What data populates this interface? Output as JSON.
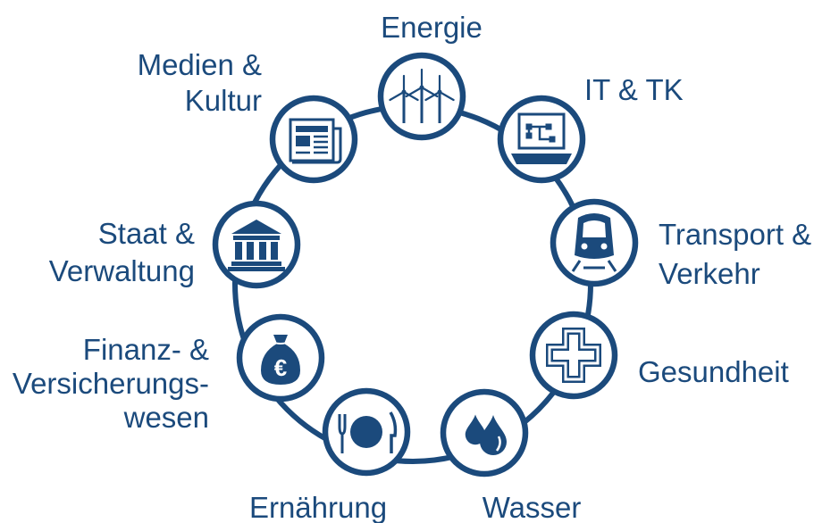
{
  "colors": {
    "primary": "#1b4a7c",
    "background": "#ffffff"
  },
  "sectors": [
    {
      "id": "energie",
      "icon": "wind-turbines-icon",
      "lines": [
        "Energie"
      ]
    },
    {
      "id": "it-tk",
      "icon": "computer-network-icon",
      "lines": [
        "IT & TK"
      ]
    },
    {
      "id": "transport",
      "icon": "train-icon",
      "lines": [
        "Transport &",
        "Verkehr"
      ]
    },
    {
      "id": "gesundheit",
      "icon": "medical-cross-icon",
      "lines": [
        "Gesundheit"
      ]
    },
    {
      "id": "wasser",
      "icon": "water-drops-icon",
      "lines": [
        "Wasser"
      ]
    },
    {
      "id": "ernaehrung",
      "icon": "plate-cutlery-icon",
      "lines": [
        "Ernährung"
      ]
    },
    {
      "id": "finanz",
      "icon": "money-bag-euro-icon",
      "lines": [
        "Finanz- &",
        "Versicherungs-",
        "wesen"
      ]
    },
    {
      "id": "staat",
      "icon": "government-building-icon",
      "lines": [
        "Staat &",
        "Verwaltung"
      ]
    },
    {
      "id": "medien",
      "icon": "newspaper-icon",
      "lines": [
        "Medien &",
        "Kultur"
      ]
    }
  ]
}
